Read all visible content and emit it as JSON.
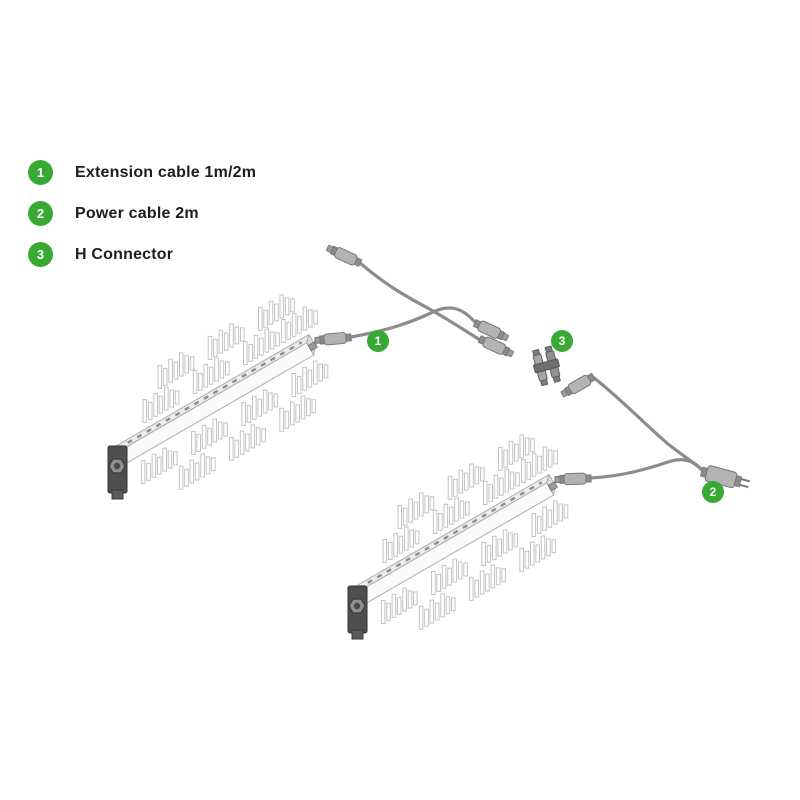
{
  "legend": {
    "items": [
      {
        "number": "1",
        "label": "Extension cable 1m/2m"
      },
      {
        "number": "2",
        "label": "Power cable 2m"
      },
      {
        "number": "3",
        "label": "H Connector"
      }
    ]
  },
  "diagram": {
    "callouts": {
      "extension_cable": "1",
      "power_cable": "2",
      "h_connector": "3"
    }
  },
  "colors": {
    "badge_green": "#39a935",
    "badge_text": "#ffffff",
    "label_text": "#1d1d1b",
    "line_art_gray": "#9d9d9c",
    "cable_gray": "#8c8c8c",
    "dark_part_gray": "#4f4f4f"
  }
}
